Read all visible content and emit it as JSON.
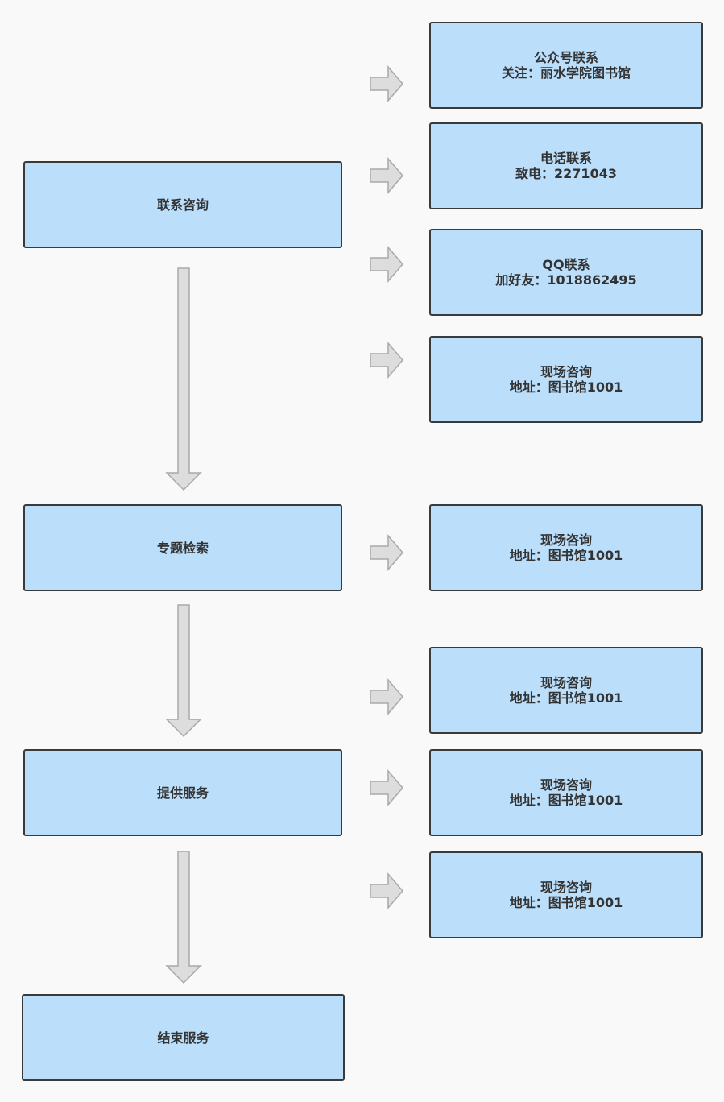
{
  "left_steps": {
    "contact": "联系咨询",
    "topic_search": "专题检索",
    "provide_service": "提供服务",
    "end_service": "结束服务"
  },
  "right_items": [
    {
      "title": "公众号联系",
      "detail": "关注：丽水学院图书馆"
    },
    {
      "title": "电话联系",
      "detail": "致电：2271043"
    },
    {
      "title": "QQ联系",
      "detail": "加好友：1018862495"
    },
    {
      "title": "现场咨询",
      "detail": "地址：图书馆1001"
    },
    {
      "title": "现场咨询",
      "detail": "地址：图书馆1001"
    },
    {
      "title": "现场咨询",
      "detail": "地址：图书馆1001"
    },
    {
      "title": "现场咨询",
      "detail": "地址：图书馆1001"
    },
    {
      "title": "现场咨询",
      "detail": "地址：图书馆1001"
    }
  ],
  "colors": {
    "box_fill": "#bbdefb",
    "box_border": "#3a3a3a",
    "arrow_fill": "#dddddd",
    "arrow_stroke": "#a9a9a9",
    "background": "#f9f9f9"
  },
  "icons": {
    "down_arrow": "down-arrow-icon",
    "right_arrow": "right-arrow-icon"
  }
}
